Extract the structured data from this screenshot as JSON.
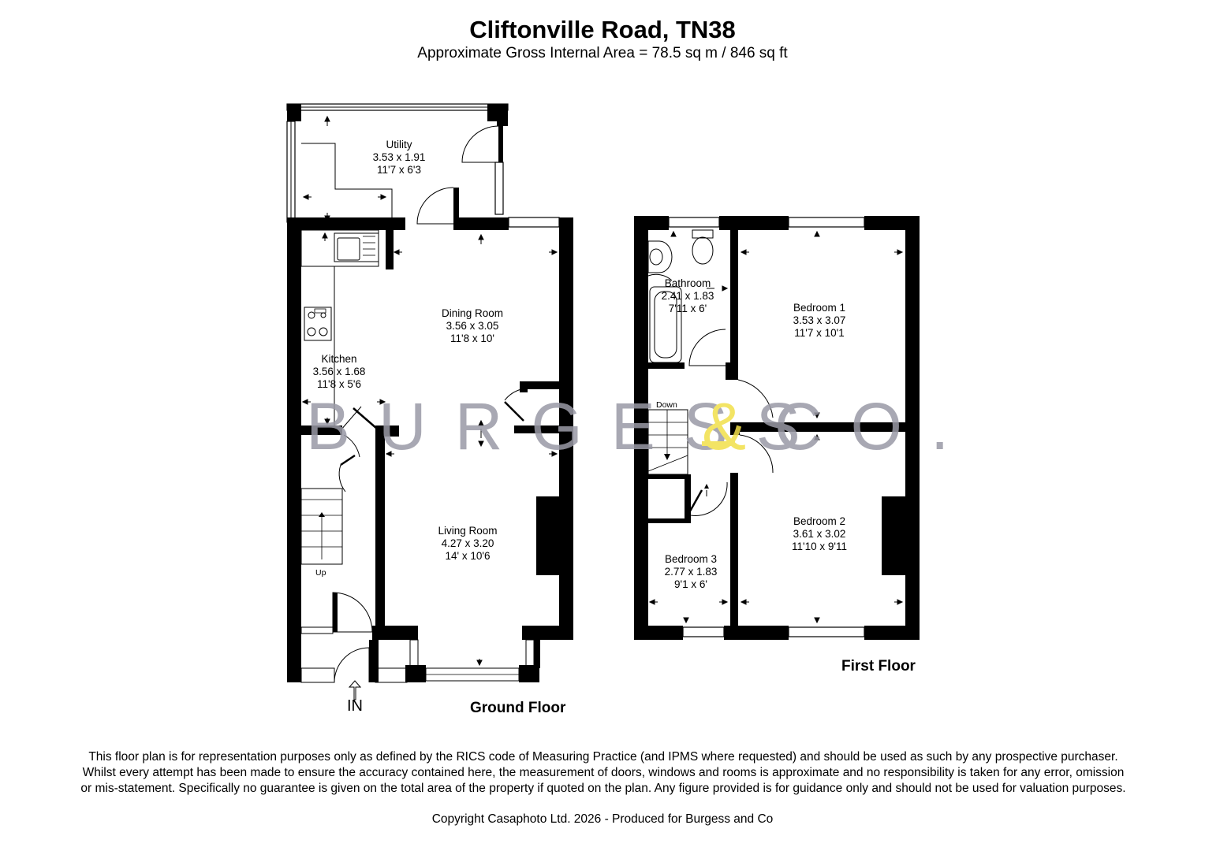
{
  "header": {
    "title": "Cliftonville Road, TN38",
    "subtitle": "Approximate Gross Internal Area = 78.5 sq m / 846 sq ft"
  },
  "watermark": {
    "left": "BURGESS",
    "amp": "&",
    "right": "CO.",
    "color": "#9a9aa6",
    "amp_color": "#f2e04a"
  },
  "ground_floor": {
    "label": "Ground Floor",
    "entrance": "IN",
    "stairs": "Up",
    "rooms": [
      {
        "name": "Utility",
        "metric": "3.53 x 1.91",
        "imperial": "11'7 x 6'3"
      },
      {
        "name": "Dining Room",
        "metric": "3.56 x 3.05",
        "imperial": "11'8 x 10'"
      },
      {
        "name": "Kitchen",
        "metric": "3.56 x 1.68",
        "imperial": "11'8 x 5'6"
      },
      {
        "name": "Living Room",
        "metric": "4.27 x 3.20",
        "imperial": "14' x 10'6"
      }
    ]
  },
  "first_floor": {
    "label": "First Floor",
    "stairs": "Down",
    "rooms": [
      {
        "name": "Bathroom",
        "metric": "2.41 x 1.83",
        "imperial": "7'11 x 6'"
      },
      {
        "name": "Bedroom 1",
        "metric": "3.53 x 3.07",
        "imperial": "11'7 x 10'1"
      },
      {
        "name": "Bedroom 2",
        "metric": "3.61 x 3.02",
        "imperial": "11'10 x 9'11"
      },
      {
        "name": "Bedroom 3",
        "metric": "2.77 x 1.83",
        "imperial": "9'1 x 6'"
      }
    ]
  },
  "footer": {
    "disclaimer": "This floor plan is for representation purposes only as defined by the RICS code of Measuring Practice (and IPMS where requested) and should be used as such by any prospective purchaser. Whilst every attempt has been made to ensure the accuracy contained here, the measurement of doors, windows and rooms is approximate and no responsibility is taken for any error, omission or mis-statement. Specifically no guarantee is given on the total area of the property if quoted on the plan. Any figure provided is for guidance only and should not be used for valuation purposes.",
    "copyright": "Copyright Casaphoto Ltd. 2026 - Produced for Burgess and Co"
  }
}
